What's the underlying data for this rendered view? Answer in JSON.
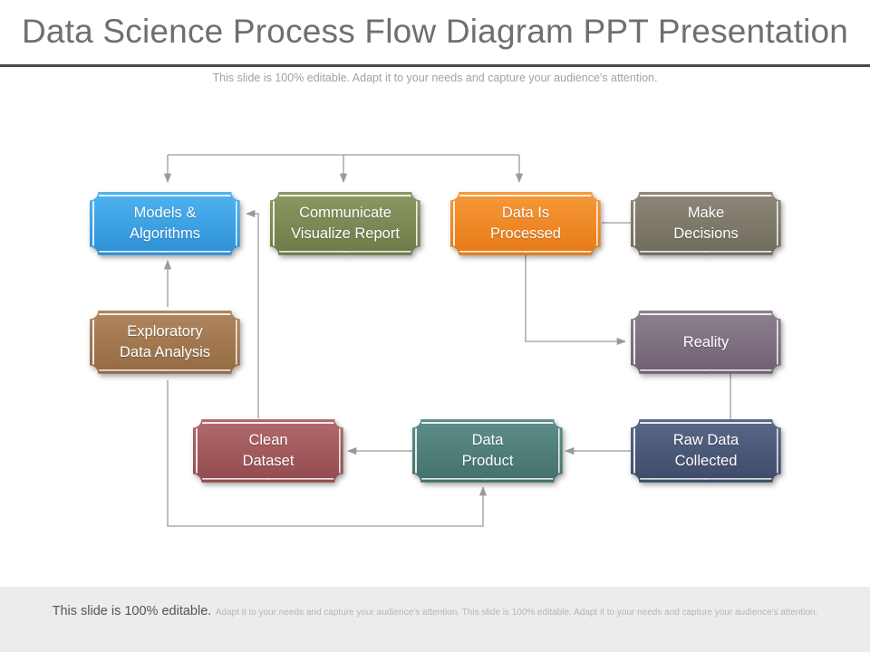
{
  "header": {
    "title": "Data Science Process Flow Diagram PPT Presentation",
    "subtitle": "This slide is 100% editable. Adapt it to your needs and capture your audience's attention."
  },
  "diagram": {
    "nodes": [
      {
        "id": "models",
        "line1": "Models &",
        "line2": "Algorithms",
        "color": "#3ba1e4"
      },
      {
        "id": "communicate",
        "line1": "Communicate",
        "line2": "Visualize Report",
        "color": "#7c8a55"
      },
      {
        "id": "processed",
        "line1": "Data Is",
        "line2": "Processed",
        "color": "#f08a23"
      },
      {
        "id": "decisions",
        "line1": "Make",
        "line2": "Decisions",
        "color": "#7f7a6b"
      },
      {
        "id": "exploratory",
        "line1": "Exploratory",
        "line2": "Data Analysis",
        "color": "#a27850"
      },
      {
        "id": "reality",
        "line1": "Reality",
        "line2": "",
        "color": "#7d6f7f"
      },
      {
        "id": "clean",
        "line1": "Clean",
        "line2": "Dataset",
        "color": "#a35a5d"
      },
      {
        "id": "product",
        "line1": "Data",
        "line2": "Product",
        "color": "#4f7f7a"
      },
      {
        "id": "raw",
        "line1": "Raw Data",
        "line2": "Collected",
        "color": "#4a5877"
      }
    ],
    "connector_color": "#9a9a9a"
  },
  "footer": {
    "lead": "This slide is 100% editable.",
    "detail": "Adapt it to your needs and capture your audience's attention. This slide is 100% editable. Adapt it to your needs and capture your audience's attention."
  }
}
